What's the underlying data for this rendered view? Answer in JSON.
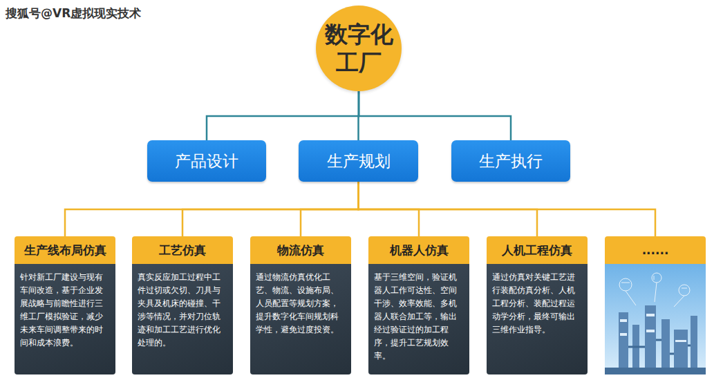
{
  "diagram": {
    "nodes": [
      {
        "text": [
          "数字化工厂"
        ]
      },
      {
        "text": [
          "产品设计"
        ]
      },
      {
        "text": [
          "生产规划"
        ]
      },
      {
        "text": [
          "生产执行"
        ]
      },
      {
        "text": [
          "生产线布局仿真",
          "针对新工厂建设与现有车间改造，基于企业发展战略与前瞻性进行三维工厂模拟验证，减少未来车间调整带来的时间和成本浪费。"
        ]
      },
      {
        "text": [
          "工艺仿真",
          "真实反应加工过程中工件过切或欠切、刀具与夹具及机床的碰撞、干涉等情况，并对刀位轨迹和加工工艺进行优化处理的。"
        ]
      },
      {
        "text": [
          "物流仿真",
          "通过物流仿真优化工艺、物流、设施布局、人员配置等规划方案，提升数字化车间规划科学性，避免过度投资。"
        ]
      },
      {
        "text": [
          "机器人仿真",
          "基于三维空间，验证机器人工作可达性、空间干涉、效率效能、多机器人联合加工等，输出经过验证过的加工程序，提升工艺规划效率。"
        ]
      },
      {
        "text": [
          "人机工程仿真",
          "通过仿真对关键工艺进行装配仿真分析、人机工程分析、装配过程运动学分析，最终可输出三维作业指导。"
        ]
      },
      {
        "text": [
          "......"
        ]
      }
    ],
    "edges": [
      {
        "from": 0,
        "to": 1,
        "arrow": "none"
      },
      {
        "from": 0,
        "to": 2,
        "arrow": "none"
      },
      {
        "from": 0,
        "to": 3,
        "arrow": "none"
      },
      {
        "from": 2,
        "to": 4,
        "arrow": "none"
      },
      {
        "from": 2,
        "to": 5,
        "arrow": "none"
      },
      {
        "from": 2,
        "to": 6,
        "arrow": "none"
      },
      {
        "from": 2,
        "to": 7,
        "arrow": "none"
      },
      {
        "from": 2,
        "to": 8,
        "arrow": "none"
      },
      {
        "from": 2,
        "to": 9,
        "arrow": "none"
      }
    ],
    "labels": [
      "搜狐号@VR虚拟现实技术"
    ]
  }
}
